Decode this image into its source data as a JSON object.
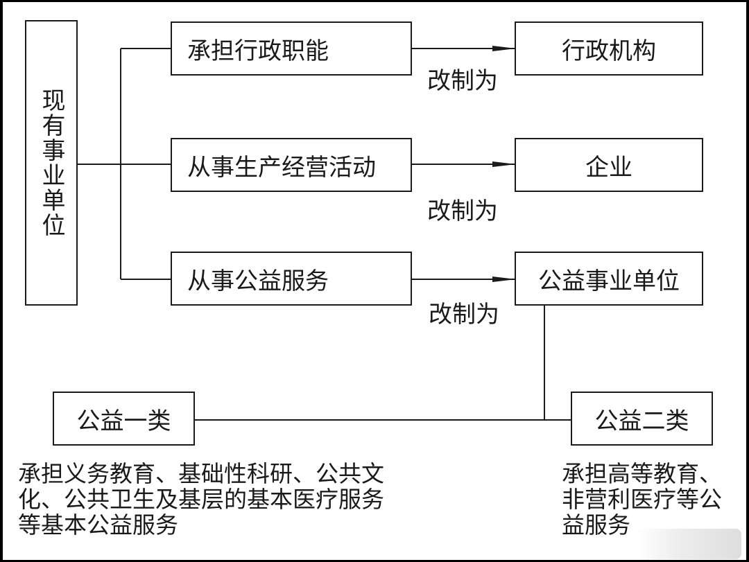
{
  "root": {
    "label": "现有事业单位"
  },
  "branches": [
    {
      "function": "承担行政职能",
      "convert_label": "改制为",
      "result": "行政机构"
    },
    {
      "function": "从事生产经营活动",
      "convert_label": "改制为",
      "result": "企业"
    },
    {
      "function": "从事公益服务",
      "convert_label": "改制为",
      "result": "公益事业单位"
    }
  ],
  "categories": [
    {
      "name": "公益一类",
      "description": "承担义务教育、基础性科研、公共文化、公共卫生及基层的基本医疗服务等基本公益服务"
    },
    {
      "name": "公益二类",
      "description": "承担高等教育、非营利医疗等公益服务"
    }
  ]
}
